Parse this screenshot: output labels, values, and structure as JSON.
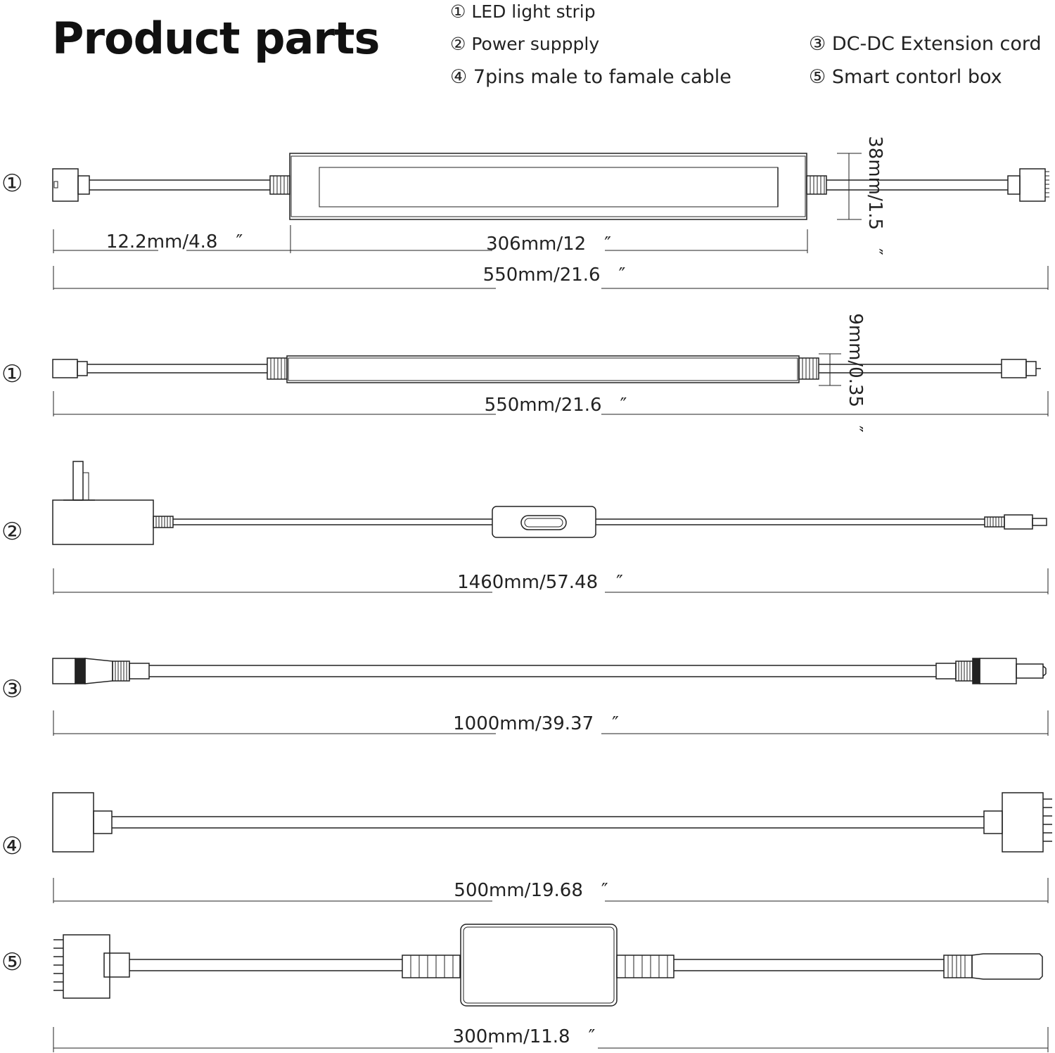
{
  "header": {
    "title": "Product parts"
  },
  "legend": {
    "items": [
      {
        "marker": "①",
        "label": "LED light strip"
      },
      {
        "marker": "②",
        "label": "Power suppply"
      },
      {
        "marker": "③",
        "label": "DC-DC Extension cord"
      },
      {
        "marker": "④",
        "label": "7pins male to famale cable"
      },
      {
        "marker": "⑤",
        "label": "Smart contorl box"
      }
    ]
  },
  "rows": {
    "strip_top": {
      "marker": "①"
    },
    "strip_side": {
      "marker": "①"
    },
    "power": {
      "marker": "②"
    },
    "extension": {
      "marker": "③"
    },
    "cable": {
      "marker": "④"
    },
    "control": {
      "marker": "⑤"
    }
  },
  "dimensions": {
    "lead_length": "12.2mm/4.8　″",
    "bar_length": "306mm/12　″",
    "strip_total": "550mm/21.6　″",
    "strip_height": "38mm/1.5　″",
    "strip_side_total": "550mm/21.6　″",
    "strip_thickness": "9mm/0.35　″",
    "power_total": "1460mm/57.48　″",
    "extension_total": "1000mm/39.37　″",
    "cable_total": "500mm/19.68　″",
    "control_total": "300mm/11.8　″"
  }
}
